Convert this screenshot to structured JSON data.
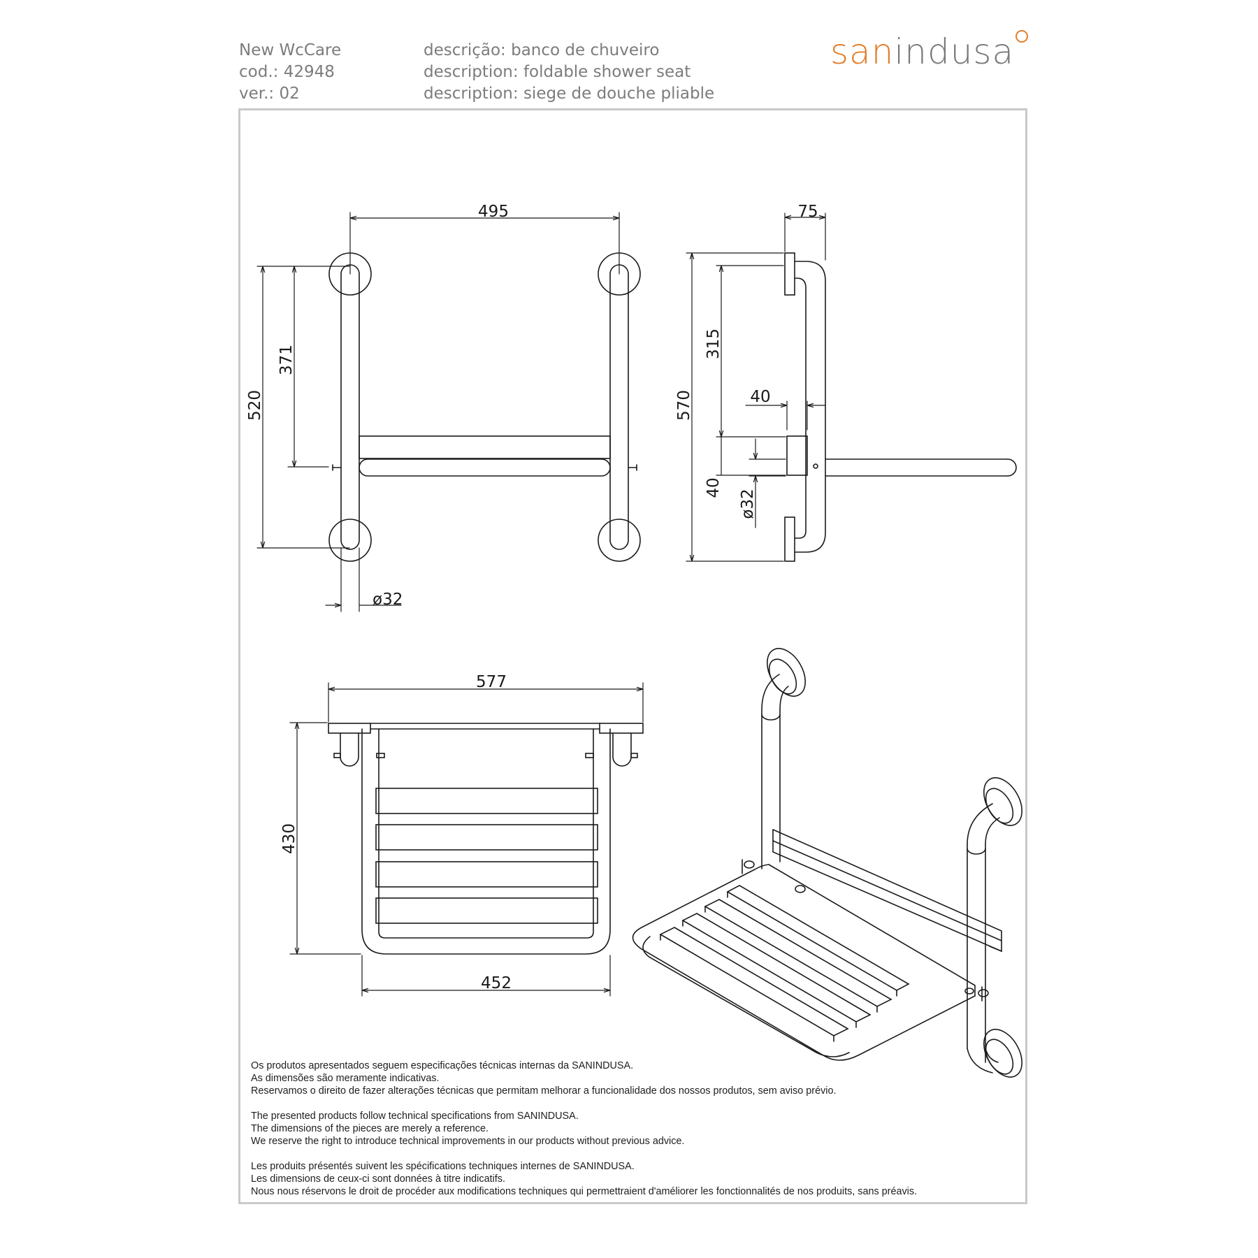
{
  "header": {
    "product": "New WcCare",
    "code": "cod.: 42948",
    "version": "ver.: 02",
    "desc_pt": "descrição: banco de chuveiro",
    "desc_en": "description: foldable shower seat",
    "desc_fr": "description: siege de douche pliable"
  },
  "brand": {
    "part_a": "san",
    "part_b": "indusa",
    "accent": "#e17f2c",
    "gray": "#7a7a7a"
  },
  "dimensions": {
    "front_width": "495",
    "front_height": "520",
    "front_rail_height": "371",
    "front_tube": "ø32",
    "side_depth": "75",
    "side_height": "570",
    "side_upper": "315",
    "side_offset": "40",
    "side_lower": "40",
    "side_tube": "ø32",
    "top_width": "577",
    "top_depth": "430",
    "top_inner": "452"
  },
  "notes": {
    "pt": [
      "Os produtos apresentados seguem especificações técnicas internas da SANINDUSA.",
      "As dimensões são meramente indicativas.",
      "Reservamos o direito de fazer alterações técnicas que permitam melhorar a funcionalidade dos nossos produtos, sem aviso prévio."
    ],
    "en": [
      "The presented products follow technical specifications from SANINDUSA.",
      "The dimensions of the pieces are merely a reference.",
      "We reserve the right to introduce technical improvements in our products without previous advice."
    ],
    "fr": [
      "Les produits présentés suivent les spécifications techniques internes de SANINDUSA.",
      "Les dimensions de ceux-ci sont données à titre indicatifs.",
      "Nous nous réservons le droit de procéder aux modifications techniques qui permettraient d'améliorer les fonctionnalités de nos produits, sans préavis."
    ]
  }
}
